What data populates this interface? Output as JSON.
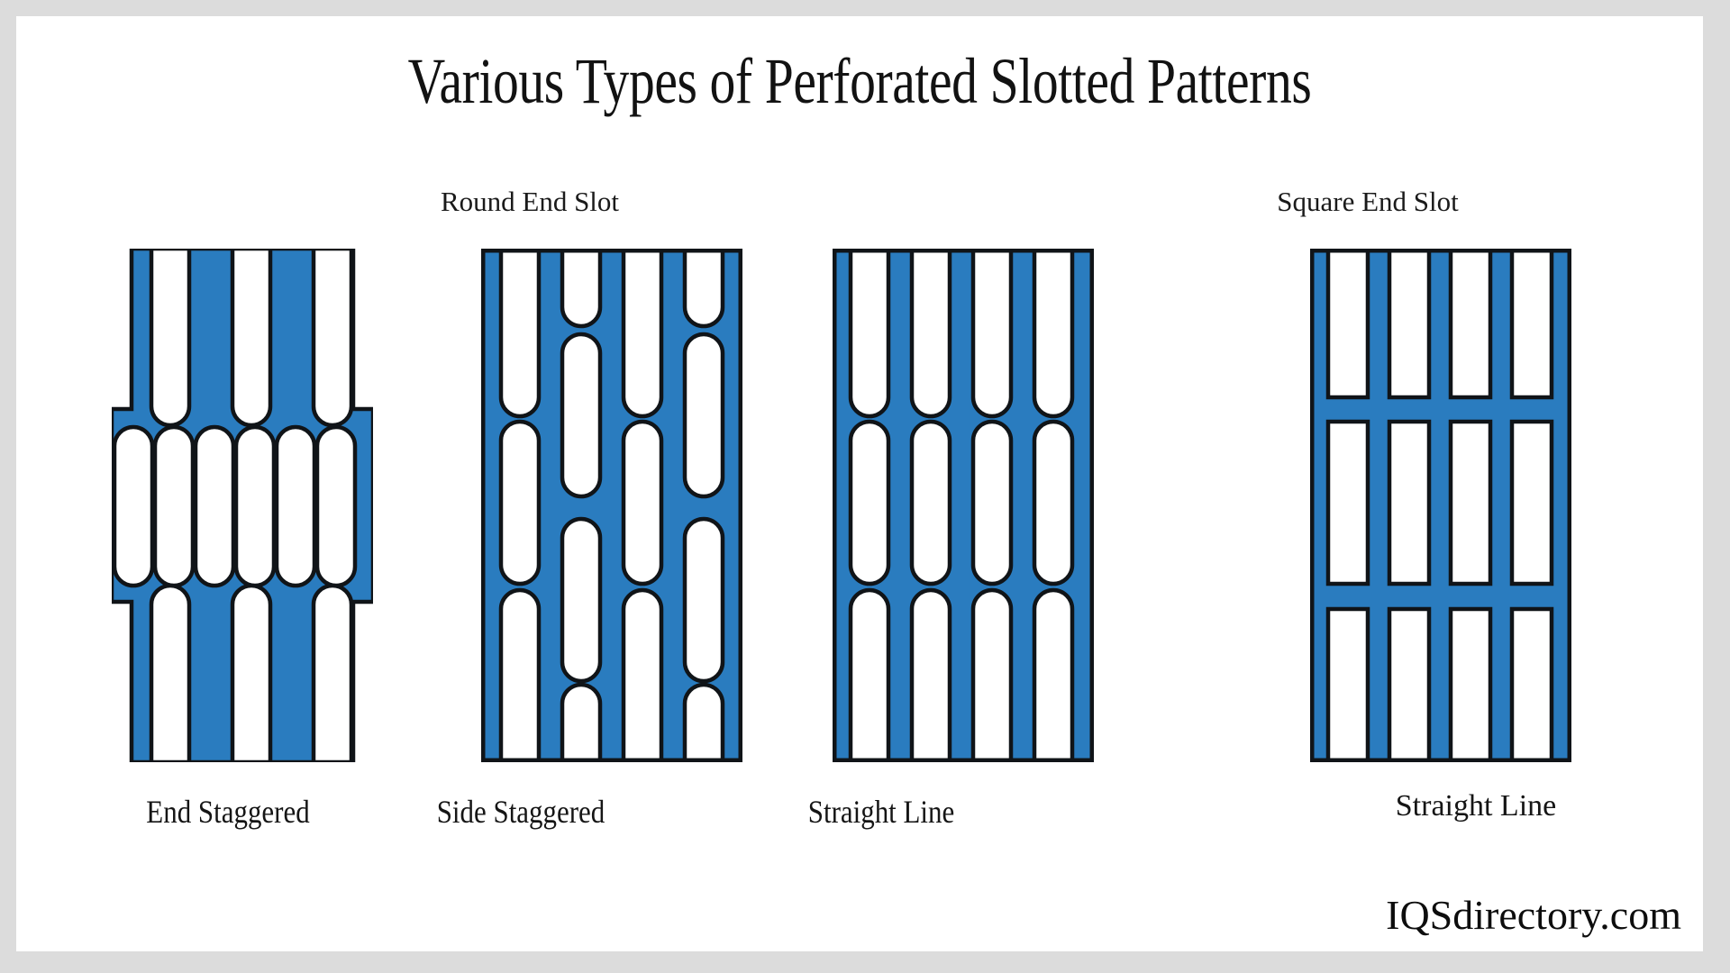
{
  "page": {
    "title": "Various Types of Perforated Slotted Patterns",
    "background_color": "#dcdcdc",
    "canvas_color": "#ffffff",
    "watermark": "IQSdirectory.com"
  },
  "colors": {
    "slot_fill": "#2a7cbf",
    "slot_stroke": "#101418",
    "text": "#121212",
    "frame": "#dcdcdc"
  },
  "groups": [
    {
      "id": "round-end-slot",
      "header": "Round End Slot",
      "patterns": [
        {
          "id": "end-staggered",
          "caption": "End Staggered",
          "slot_end": "round",
          "arrangement": "end-staggered"
        },
        {
          "id": "side-staggered",
          "caption": "Side Staggered",
          "slot_end": "round",
          "arrangement": "side-staggered"
        },
        {
          "id": "straight-round",
          "caption": "Straight Line",
          "slot_end": "round",
          "arrangement": "straight-line"
        }
      ]
    },
    {
      "id": "square-end-slot",
      "header": "Square End Slot",
      "patterns": [
        {
          "id": "straight-square",
          "caption": "Straight Line",
          "slot_end": "square",
          "arrangement": "straight-line"
        }
      ]
    }
  ],
  "captions": {
    "end_staggered": "End Staggered",
    "side_staggered": "Side Staggered",
    "straight_line_round": "Straight Line",
    "straight_line_square": "Straight Line"
  },
  "headers": {
    "round_end_slot": "Round End Slot",
    "square_end_slot": "Square End Slot"
  }
}
